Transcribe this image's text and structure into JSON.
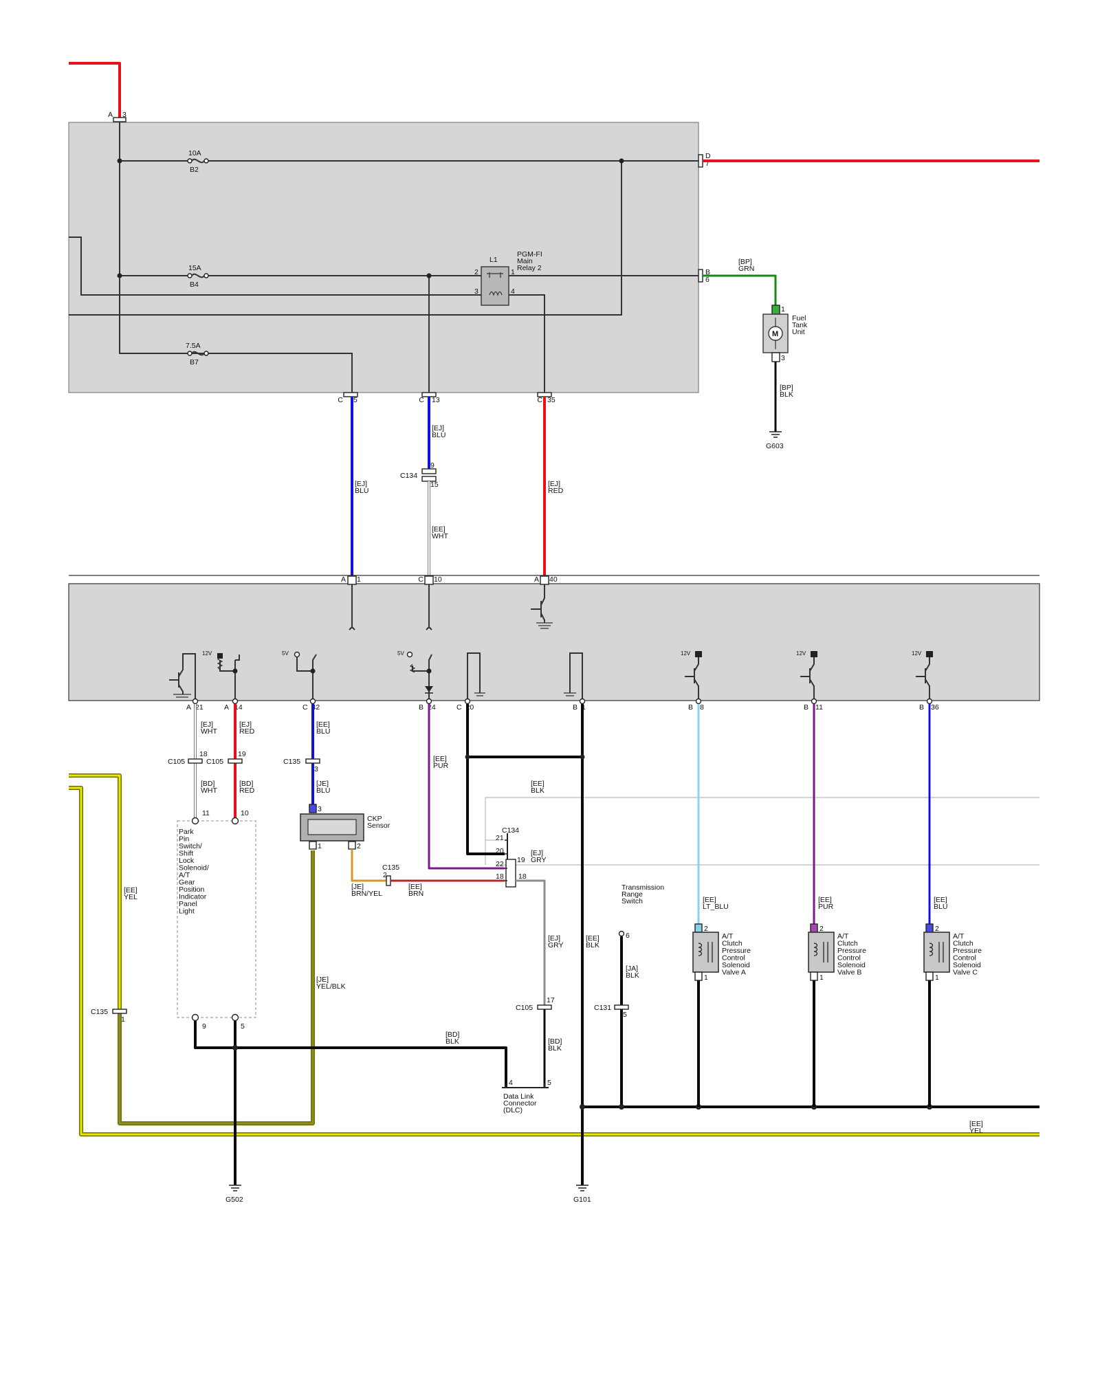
{
  "colors": {
    "RED": "#e8101a",
    "BLU": "#1010e0",
    "LT_BLU": "#8ecfe8",
    "PUR": "#7a1a88",
    "GRN": "#138a13",
    "BLK": "#0a0a0a",
    "WHT": "#c8c8c8",
    "YEL": "#e8e800",
    "GRY": "#8c8c8c",
    "BRN_YEL": "#d8962c",
    "BRN": "#b02a2a",
    "YEL_BLK": "#8e8e2e",
    "module_fill": "#d6d6d6",
    "grid_line": "#aaaaaa"
  },
  "top_box": {
    "fuses": [
      {
        "rating": "10A",
        "id": "B2"
      },
      {
        "rating": "15A",
        "id": "B4"
      },
      {
        "rating": "7.5A",
        "id": "B7"
      }
    ],
    "relay": {
      "id": "L1",
      "name": [
        "PGM-FI",
        "Main",
        "Relay 2"
      ],
      "pins": [
        "1",
        "2",
        "3",
        "4"
      ]
    },
    "pins": {
      "a3": [
        "A",
        "3"
      ],
      "d7": [
        "D",
        "7"
      ],
      "b6": [
        "B",
        "6"
      ],
      "c5": [
        "C",
        "5"
      ],
      "c13": [
        "C",
        "13"
      ],
      "c35": [
        "C",
        "35"
      ]
    }
  },
  "fuel_tank": {
    "wire": [
      "[BP]",
      "GRN"
    ],
    "pin_top": "1",
    "pin_bottom": "3",
    "name": [
      "Fuel",
      "Tank",
      "Unit"
    ],
    "motor": "M",
    "ground_wire": [
      "[BP]",
      "BLK"
    ],
    "ground": "G603"
  },
  "links": {
    "c5_wire": [
      "[EJ]",
      "BLU"
    ],
    "c13_wire_top": [
      "[EJ]",
      "BLU"
    ],
    "c134": "C134",
    "c134_pins": [
      "9",
      "15"
    ],
    "c13_wire_bottom": [
      "[EE]",
      "WHT"
    ],
    "c35_wire": [
      "[EJ]",
      "RED"
    ]
  },
  "pcm": {
    "top_pins": {
      "a1": [
        "A",
        "1"
      ],
      "c10": [
        "C",
        "10"
      ],
      "a40": [
        "A",
        "40"
      ]
    },
    "sources": {
      "v12": "12V",
      "v5": "5V"
    },
    "bottom_pins": {
      "a21": [
        "A",
        "21"
      ],
      "a14": [
        "A",
        "14"
      ],
      "c42": [
        "C",
        "42"
      ],
      "b24": [
        "B",
        "24"
      ],
      "c20": [
        "C",
        "20"
      ],
      "b1": [
        "B",
        "1"
      ],
      "b8": [
        "B",
        "8"
      ],
      "b11": [
        "B",
        "11"
      ],
      "b36": [
        "B",
        "36"
      ]
    }
  },
  "park_pin": {
    "wire_wht_top": [
      "[EJ]",
      "WHT"
    ],
    "wire_red_top": [
      "[EJ]",
      "RED"
    ],
    "c105_18": [
      "C105",
      "18"
    ],
    "c105_19": [
      "C105",
      "19"
    ],
    "wire_wht_bot": [
      "[BD]",
      "WHT"
    ],
    "wire_red_bot": [
      "[BD]",
      "RED"
    ],
    "pin11": "11",
    "pin10": "10",
    "name": [
      "Park",
      "Pin",
      "Switch/",
      "Shift",
      "Lock",
      "Solenoid/",
      "A/T",
      "Gear",
      "Position",
      "Indicator",
      "Panel",
      "Light"
    ],
    "pin9": "9",
    "pin5": "5"
  },
  "ckp": {
    "wire_top": [
      "[EE]",
      "BLU"
    ],
    "c135": [
      "C135",
      "3"
    ],
    "wire_mid": [
      "[JE]",
      "BLU"
    ],
    "pin3": "3",
    "name": [
      "CKP",
      "Sensor"
    ],
    "pin1": "1",
    "pin2": "2",
    "wire_yelblk": [
      "[JE]",
      "YEL/BLK"
    ],
    "wire_brnyel": [
      "[JE]",
      "BRN/YEL"
    ],
    "c135_2": [
      "C135",
      "2"
    ],
    "wire_brn": [
      "[EE]",
      "BRN"
    ]
  },
  "c134_block": {
    "name": "C134",
    "pins": [
      "21",
      "20",
      "22",
      "18",
      "19",
      "18"
    ],
    "wire_pur": [
      "[EE]",
      "PUR"
    ],
    "wire_blk_top": [
      "[EE]",
      "BLK"
    ],
    "wire_gry": [
      "[EJ]",
      "GRY"
    ],
    "wire_gry_low": [
      "[EJ]",
      "GRY"
    ],
    "c105_17": [
      "C105",
      "17"
    ],
    "wire_bd_blk": [
      "[BD]",
      "BLK"
    ],
    "wire_bd_blk_mid": [
      "[BD]",
      "BLK"
    ],
    "dlc": [
      "Data Link",
      "Connector",
      "(DLC)"
    ],
    "dlc_pins": [
      "4",
      "5"
    ],
    "wire_ee_blk": [
      "[EE]",
      "BLK"
    ]
  },
  "trs": {
    "name": [
      "Transmission",
      "Range",
      "Switch"
    ],
    "pin6": "6",
    "wire": [
      "[JA]",
      "BLK"
    ],
    "c131": [
      "C131",
      "5"
    ]
  },
  "solenoids": [
    {
      "wire": [
        "[EE]",
        "LT_BLU"
      ],
      "name": [
        "A/T",
        "Clutch",
        "Pressure",
        "Control",
        "Solenoid",
        "Valve A"
      ],
      "pins": [
        "2",
        "1"
      ]
    },
    {
      "wire": [
        "[EE]",
        "PUR"
      ],
      "name": [
        "A/T",
        "Clutch",
        "Pressure",
        "Control",
        "Solenoid",
        "Valve B"
      ],
      "pins": [
        "2",
        "1"
      ]
    },
    {
      "wire": [
        "[EE]",
        "BLU"
      ],
      "name": [
        "A/T",
        "Clutch",
        "Pressure",
        "Control",
        "Solenoid",
        "Valve C"
      ],
      "pins": [
        "2",
        "1"
      ]
    }
  ],
  "yellow": {
    "wire_left": [
      "[EE]",
      "YEL"
    ],
    "c135": [
      "C135",
      "1"
    ],
    "wire_right": [
      "[EE]",
      "YEL"
    ]
  },
  "grounds": {
    "g502": "G502",
    "g101": "G101"
  }
}
